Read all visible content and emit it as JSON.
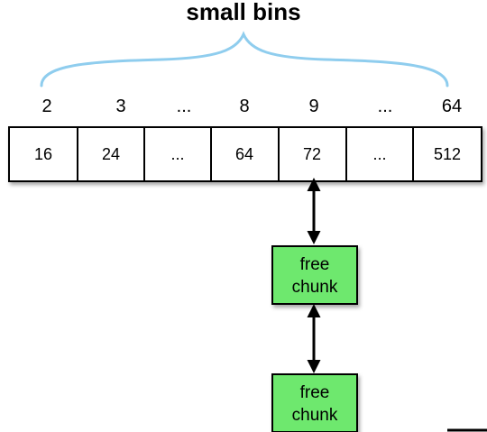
{
  "title": "small bins",
  "bin_indices": [
    "2",
    "3",
    "...",
    "8",
    "9",
    "...",
    "64"
  ],
  "bin_sizes": [
    "16",
    "24",
    "...",
    "64",
    "72",
    "...",
    "512"
  ],
  "chunks": [
    {
      "line1": "free",
      "line2": "chunk"
    },
    {
      "line1": "free",
      "line2": "chunk"
    }
  ],
  "colors": {
    "brace": "#8fcdee",
    "chunk_fill": "#6ee86e",
    "stroke": "#000000"
  }
}
